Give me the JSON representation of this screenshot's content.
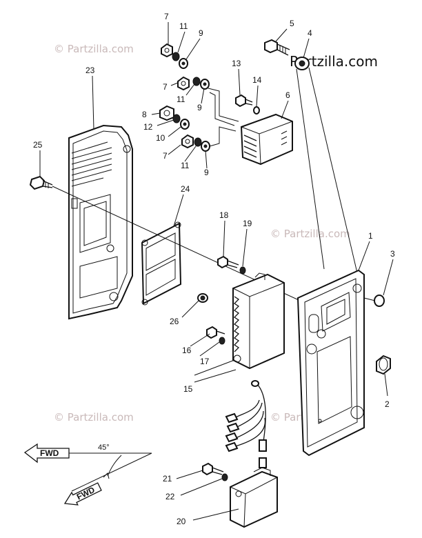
{
  "watermarks": {
    "main": "© Partzilla.com",
    "strong": "Partzilla.com"
  },
  "callouts": [
    "1",
    "2",
    "3",
    "4",
    "5",
    "6",
    "7",
    "8",
    "9",
    "10",
    "11",
    "12",
    "13",
    "14",
    "15",
    "16",
    "17",
    "18",
    "19",
    "20",
    "21",
    "22",
    "23",
    "24",
    "25",
    "26"
  ],
  "callout_labels": {
    "c7a": "7",
    "c11a": "11",
    "c9a": "9",
    "c7b": "7",
    "c11b": "11",
    "c9b": "9",
    "c8": "8",
    "c12": "12",
    "c10": "10",
    "c7c": "7",
    "c11c": "11",
    "c9c": "9",
    "c5": "5",
    "c4": "4",
    "c13": "13",
    "c14": "14",
    "c6": "6",
    "c23": "23",
    "c25": "25",
    "c24": "24",
    "c18": "18",
    "c19": "19",
    "c1": "1",
    "c3": "3",
    "c26": "26",
    "c16": "16",
    "c17": "17",
    "c15": "15",
    "c2": "2",
    "c21": "21",
    "c22": "22",
    "c20": "20"
  },
  "orientation": {
    "fwd_label": "FWD",
    "angle_label": "45°"
  },
  "colors": {
    "ink": "#111111",
    "watermark": "#c9b9b9",
    "paper": "#ffffff"
  }
}
